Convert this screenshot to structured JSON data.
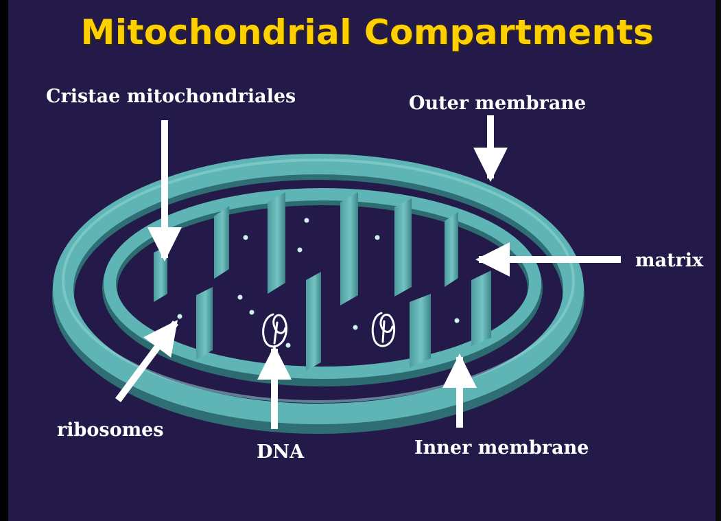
{
  "title": "Mitochondrial Compartments",
  "labels": {
    "cristae": "Cristae mitochondriales",
    "outer_membrane": "Outer membrane",
    "matrix": "matrix",
    "ribosomes": "ribosomes",
    "dna": "DNA",
    "inner_membrane": "Inner membrane"
  },
  "colors": {
    "background": "#241a4a",
    "title": "#ffd000",
    "membrane": "#5fb5b5",
    "arrow": "#ffffff"
  }
}
